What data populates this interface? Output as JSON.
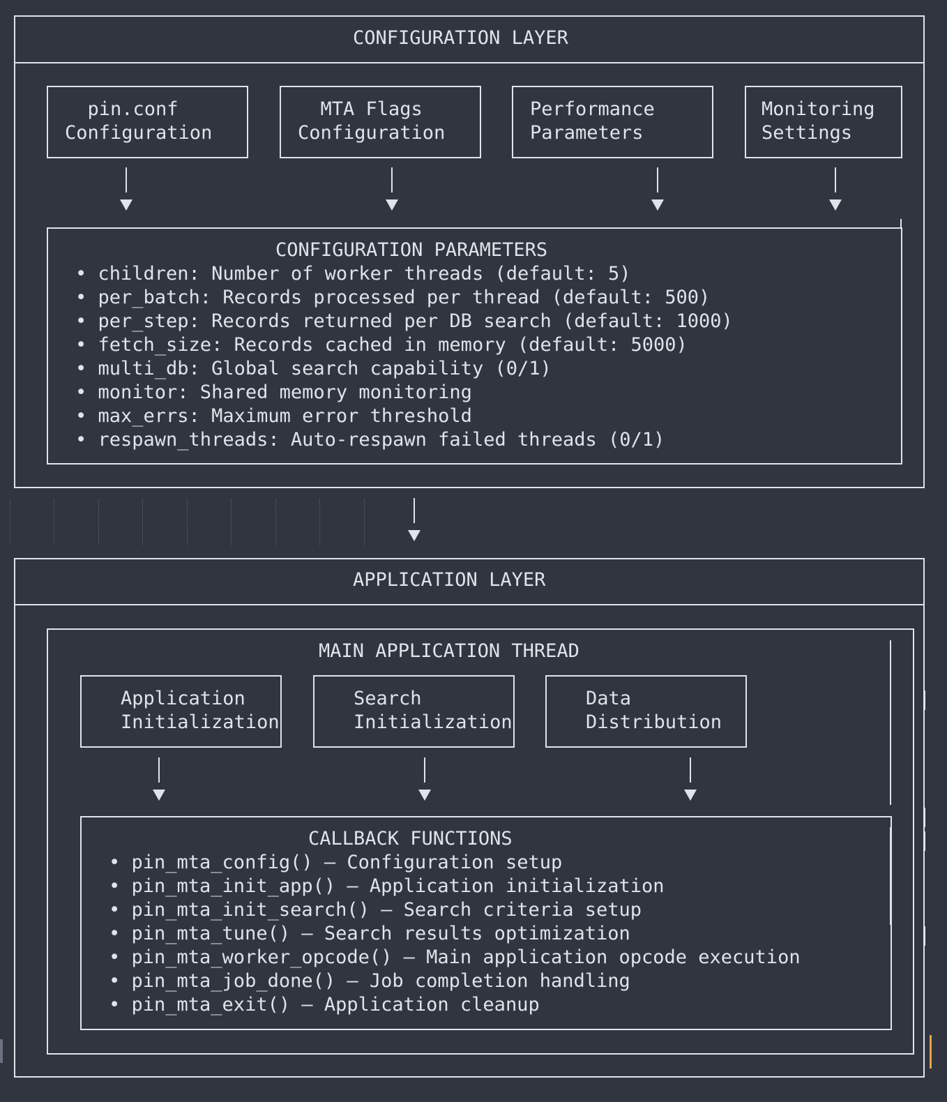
{
  "config_layer": {
    "title": "CONFIGURATION LAYER",
    "boxes": [
      {
        "line1": "  pin.conf",
        "line2": "Configuration"
      },
      {
        "line1": "  MTA Flags",
        "line2": "Configuration"
      },
      {
        "line1": "Performance",
        "line2": "Parameters"
      },
      {
        "line1": "Monitoring",
        "line2": "Settings"
      }
    ],
    "params": {
      "title": "CONFIGURATION PARAMETERS",
      "items": [
        "• children: Number of worker threads (default: 5)",
        "• per_batch: Records processed per thread (default: 500)",
        "• per_step: Records returned per DB search (default: 1000)",
        "• fetch_size: Records cached in memory (default: 5000)",
        "• multi_db: Global search capability (0/1)",
        "• monitor: Shared memory monitoring",
        "• max_errs: Maximum error threshold",
        "• respawn_threads: Auto-respawn failed threads (0/1)"
      ]
    }
  },
  "app_layer": {
    "title": "APPLICATION LAYER",
    "thread": {
      "title": "MAIN APPLICATION THREAD",
      "boxes": [
        {
          "line1": "Application",
          "line2": "Initialization"
        },
        {
          "line1": "Search",
          "line2": "Initialization"
        },
        {
          "line1": "Data",
          "line2": "Distribution"
        }
      ],
      "callbacks": {
        "title": "CALLBACK FUNCTIONS",
        "items": [
          "• pin_mta_config() – Configuration setup",
          "• pin_mta_init_app() – Application initialization",
          "• pin_mta_init_search() – Search criteria setup",
          "• pin_mta_tune() – Search results optimization",
          "• pin_mta_worker_opcode() – Main application opcode execution",
          "• pin_mta_job_done() – Job completion handling",
          "• pin_mta_exit() – Application cleanup"
        ]
      }
    }
  },
  "colors": {
    "background": "#30353f",
    "line": "#dfe3ea",
    "accent": "#e8a24a"
  }
}
